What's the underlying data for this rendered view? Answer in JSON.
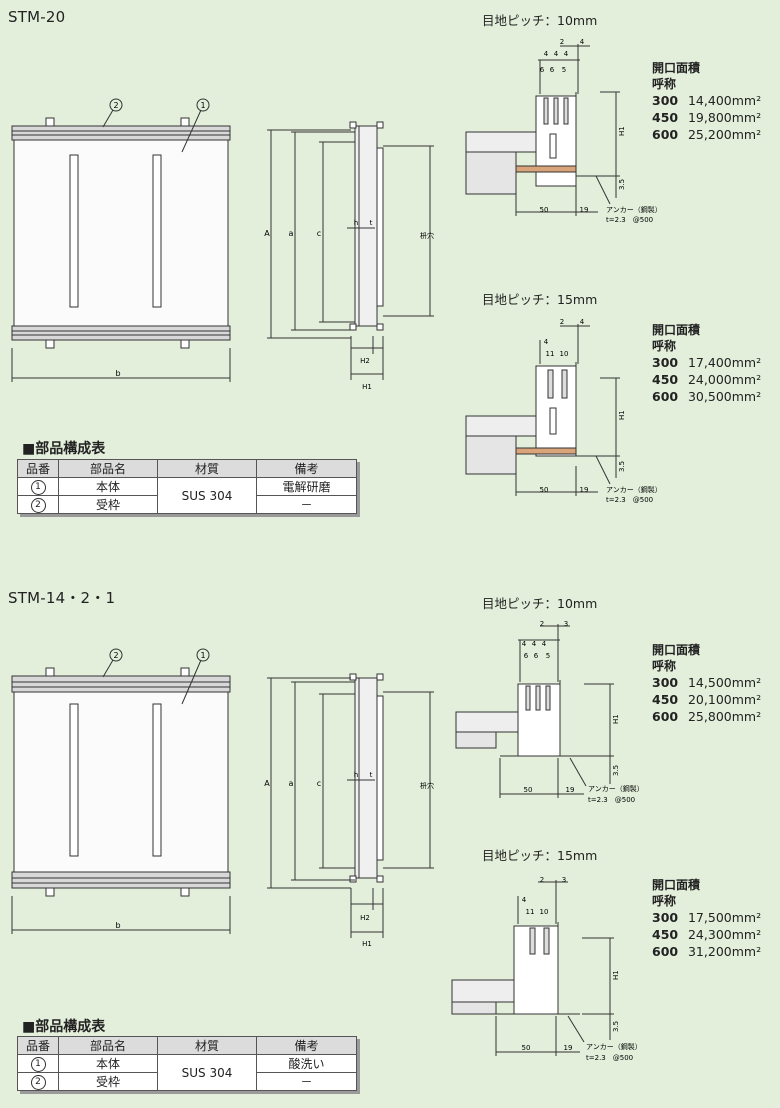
{
  "sections": [
    {
      "model": "STM-20",
      "labels": {
        "A": "A",
        "a": "a",
        "c": "c",
        "b": "b",
        "h": "h",
        "t": "t",
        "hole": "枡穴",
        "H1": "H1",
        "H2": "H2",
        "part1": "1",
        "part2": "2"
      },
      "details": [
        {
          "pitch": "目地ピッチ：10mm",
          "top_dims": [
            "4",
            "4",
            "4"
          ],
          "top_dims2": [
            "6",
            "6",
            "5"
          ],
          "top_right": [
            "2",
            "4"
          ],
          "area_title": "開口面積",
          "area_sub": "呼称",
          "areas": [
            {
              "size": "300",
              "value": "14,400mm²"
            },
            {
              "size": "450",
              "value": "19,800mm²"
            },
            {
              "size": "600",
              "value": "25,200mm²"
            }
          ],
          "h1": "H1",
          "dim35": "3.5",
          "dim50": "50",
          "dim19": "19",
          "anchor": "アンカー（鋼製）",
          "anchor_spec": "t=2.3　@500"
        },
        {
          "pitch": "目地ピッチ：15mm",
          "top_dims": [
            "4"
          ],
          "top_dims2": [
            "11",
            "10"
          ],
          "top_right": [
            "2",
            "4"
          ],
          "area_title": "開口面積",
          "area_sub": "呼称",
          "areas": [
            {
              "size": "300",
              "value": "17,400mm²"
            },
            {
              "size": "450",
              "value": "24,000mm²"
            },
            {
              "size": "600",
              "value": "30,500mm²"
            }
          ],
          "h1": "H1",
          "dim35": "3.5",
          "dim50": "50",
          "dim19": "19",
          "anchor": "アンカー（鋼製）",
          "anchor_spec": "t=2.3　@500"
        }
      ],
      "table": {
        "title": "■部品構成表",
        "headers": [
          "品番",
          "部品名",
          "材質",
          "備考"
        ],
        "rows": [
          {
            "no": "1",
            "name": "本体",
            "remark": "電解研磨"
          },
          {
            "no": "2",
            "name": "受枠",
            "remark": "－"
          }
        ],
        "material": "SUS 304"
      }
    },
    {
      "model": "STM-14・2・1",
      "labels": {
        "A": "A",
        "a": "a",
        "c": "c",
        "b": "b",
        "h": "h",
        "t": "t",
        "hole": "枡穴",
        "H1": "H1",
        "H2": "H2",
        "part1": "1",
        "part2": "2"
      },
      "details": [
        {
          "pitch": "目地ピッチ：10mm",
          "top_dims": [
            "4",
            "4",
            "4"
          ],
          "top_dims2": [
            "6",
            "6",
            "5"
          ],
          "top_right": [
            "2",
            "3"
          ],
          "area_title": "開口面積",
          "area_sub": "呼称",
          "areas": [
            {
              "size": "300",
              "value": "14,500mm²"
            },
            {
              "size": "450",
              "value": "20,100mm²"
            },
            {
              "size": "600",
              "value": "25,800mm²"
            }
          ],
          "h1": "H1",
          "dim35": "3.5",
          "dim50": "50",
          "dim19": "19",
          "anchor": "アンカー（鋼製）",
          "anchor_spec": "t=2.3　@500"
        },
        {
          "pitch": "目地ピッチ：15mm",
          "top_dims": [
            "4"
          ],
          "top_dims2": [
            "11",
            "10"
          ],
          "top_right": [
            "2",
            "3"
          ],
          "area_title": "開口面積",
          "area_sub": "呼称",
          "areas": [
            {
              "size": "300",
              "value": "17,500mm²"
            },
            {
              "size": "450",
              "value": "24,300mm²"
            },
            {
              "size": "600",
              "value": "31,200mm²"
            }
          ],
          "h1": "H1",
          "dim35": "3.5",
          "dim50": "50",
          "dim19": "19",
          "anchor": "アンカー（鋼製）",
          "anchor_spec": "t=2.3　@500"
        }
      ],
      "table": {
        "title": "■部品構成表",
        "headers": [
          "品番",
          "部品名",
          "材質",
          "備考"
        ],
        "rows": [
          {
            "no": "1",
            "name": "本体",
            "remark": "酸洗い"
          },
          {
            "no": "2",
            "name": "受枠",
            "remark": "－"
          }
        ],
        "material": "SUS 304"
      }
    }
  ]
}
